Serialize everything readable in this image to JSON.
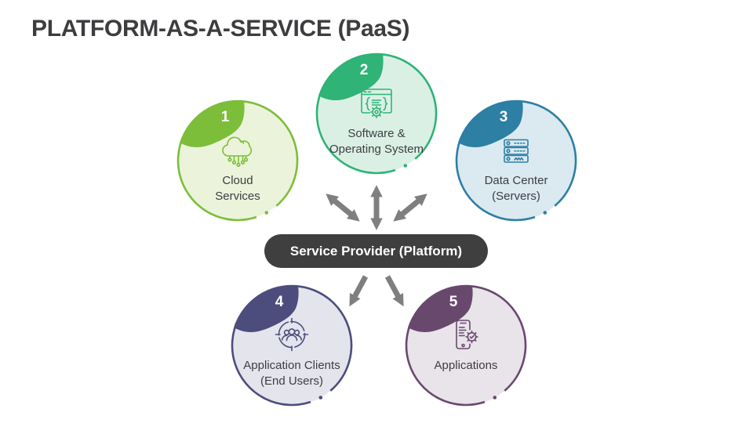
{
  "title": "PLATFORM-AS-A-SERVICE (PaaS)",
  "title_color": "#3d3d40",
  "background": "#ffffff",
  "center_pill": {
    "label": "Service Provider (Platform)",
    "bg": "#3f3f3f",
    "text_color": "#ffffff"
  },
  "arrows": {
    "color": "#7f7f7f",
    "top_style": "double-headed",
    "bottom_style": "single-headed"
  },
  "nodes": [
    {
      "number": "1",
      "line1": "Cloud",
      "line2": "Services",
      "icon": "cloud-network-icon",
      "accent": "#7cbe3a",
      "fill": "#ebf4db"
    },
    {
      "number": "2",
      "line1": "Software &",
      "line2": "Operating System",
      "icon": "software-os-window-icon",
      "accent": "#2fb377",
      "fill": "#dbf0e5"
    },
    {
      "number": "3",
      "line1": "Data Center",
      "line2": "(Servers)",
      "icon": "server-rack-icon",
      "accent": "#2d7fa4",
      "fill": "#dbe9f1"
    },
    {
      "number": "4",
      "line1": "Application Clients",
      "line2": "(End Users)",
      "icon": "users-target-icon",
      "accent": "#4c4d7d",
      "fill": "#e4e4ec"
    },
    {
      "number": "5",
      "line1": "Applications",
      "line2": "",
      "icon": "mobile-app-gear-icon",
      "accent": "#69486e",
      "fill": "#e9e3ea"
    }
  ]
}
